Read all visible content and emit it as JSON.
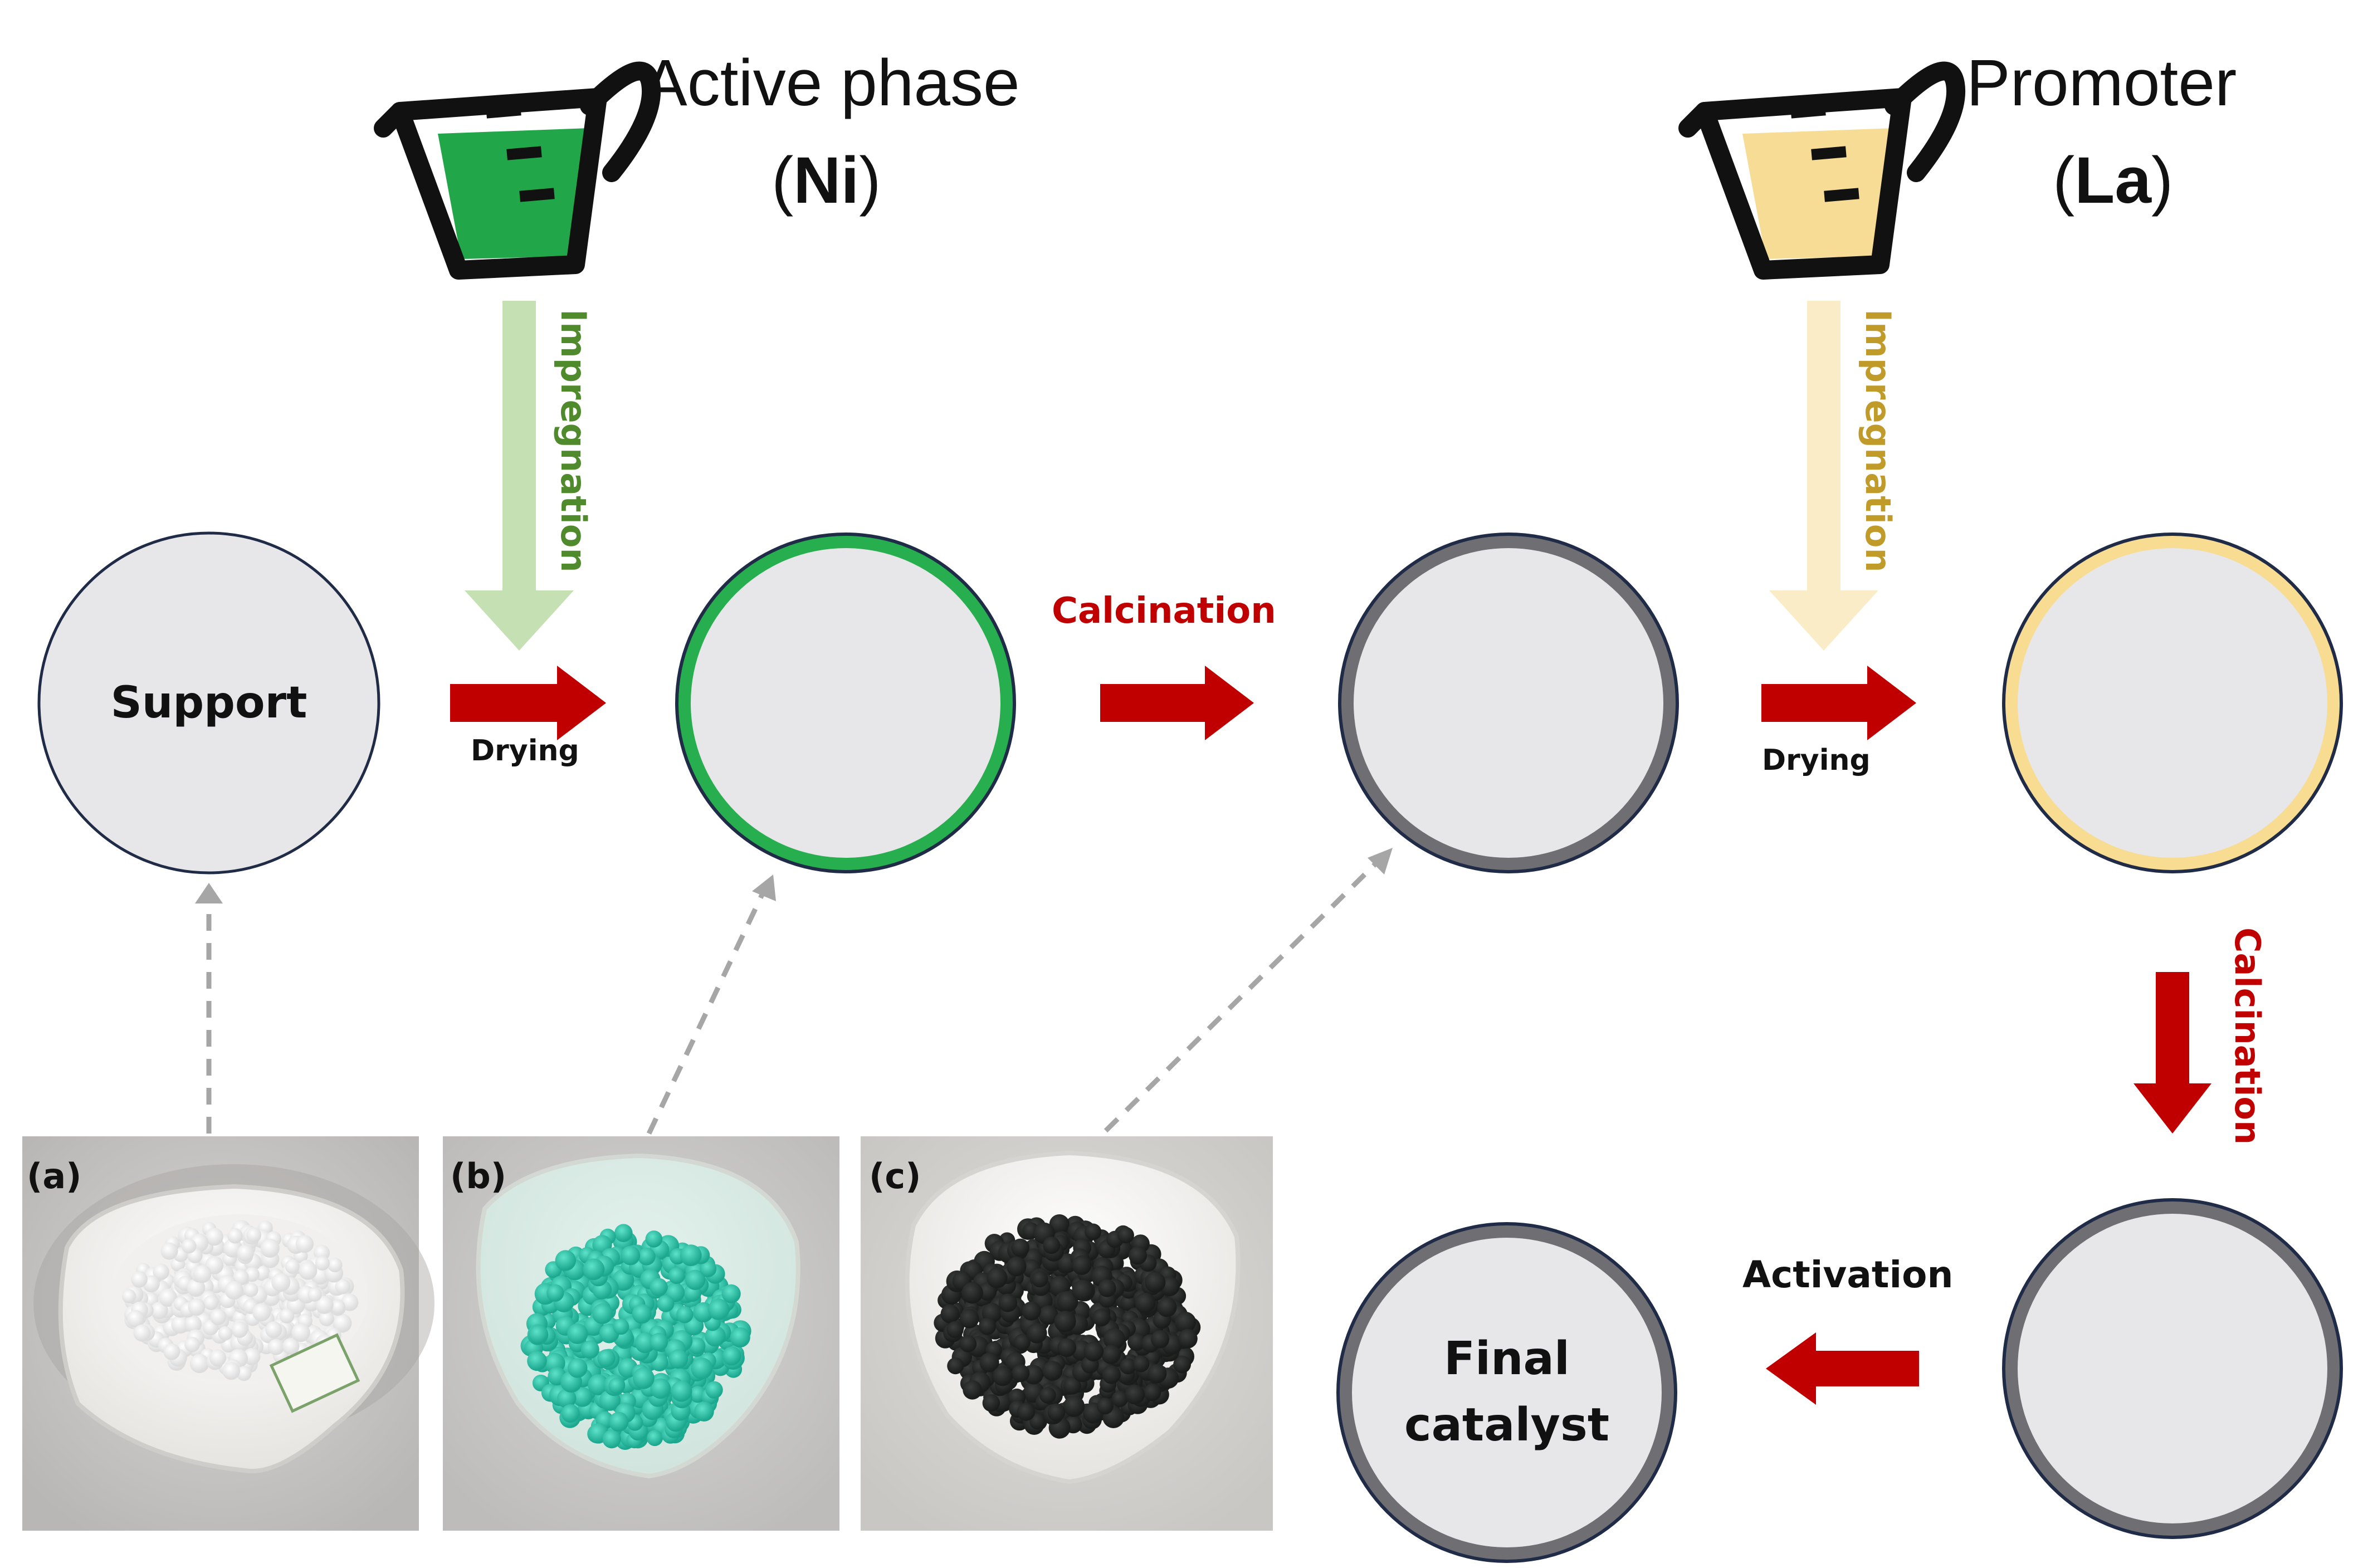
{
  "colors": {
    "green_liquid": "#22a64a",
    "yellow_liquid": "#f6dc94",
    "green_arrow": "#c5e1b4",
    "yellow_arrow": "#fbecc8",
    "red_arrow": "#c00000",
    "circle_fill": "#e7e6e8",
    "circle_border": "#1f2b47",
    "green_ring": "#27ae4f",
    "gray_ring": "#6f6f73",
    "yellow_ring": "#f7dc92",
    "dash_gray": "#a6a6a6",
    "impregnation_green_text": "#4f8a2c",
    "impregnation_yellow_text": "#c09b2a",
    "calcination_text": "#c00000"
  },
  "icons": {
    "beaker_active": "beaker-icon",
    "beaker_promoter": "beaker-icon"
  },
  "active_phase": {
    "title": "Active phase",
    "paren_open": "(",
    "symbol": "Ni",
    "paren_close": ")"
  },
  "promoter": {
    "title": "Promoter",
    "paren_open": "(",
    "symbol": "La",
    "paren_close": ")"
  },
  "steps": {
    "impregnation_1": "Impregnation",
    "impregnation_2": "Impregnation",
    "drying_1": "Drying",
    "drying_2": "Drying",
    "calcination_1": "Calcination",
    "calcination_2": "Calcination",
    "activation": "Activation"
  },
  "circles": {
    "support": "Support",
    "final_line1": "Final",
    "final_line2": "catalyst"
  },
  "photos": {
    "a": "(a)",
    "b": "(b)",
    "c": "(c)"
  }
}
